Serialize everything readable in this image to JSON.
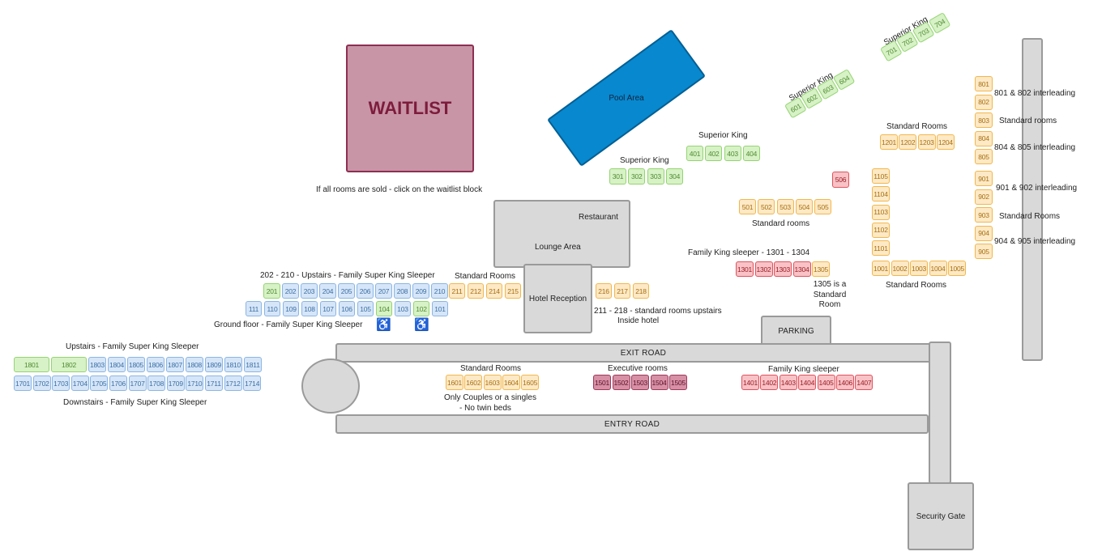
{
  "waitlist": {
    "label": "WAITLIST",
    "caption": "If all rooms are sold - click on the waitlist block"
  },
  "facilities": {
    "pool": "Pool Area",
    "restaurant": "Restaurant",
    "lounge": "Lounge Area",
    "reception": "Hotel Reception",
    "parking": "PARKING",
    "exit_road": "EXIT ROAD",
    "entry_road": "ENTRY ROAD",
    "security_gate": "Security Gate"
  },
  "labels": {
    "upstairs_202_210": "202 - 210 - Upstairs - Family Super King Sleeper",
    "standard_211_215": "Standard Rooms",
    "upstairs_211_218": "211 - 218 - standard rooms upstairs",
    "inside_hotel": "Inside hotel",
    "ground_floor": "Ground floor - Family Super King Sleeper",
    "upstairs_1800": "Upstairs - Family Super King Sleeper",
    "downstairs_1700": "Downstairs - Family Super King Sleeper",
    "standard_1600": "Standard Rooms",
    "couples_1": "Only Couples or a singles",
    "couples_2": "- No twin beds",
    "executive": "Executive rooms",
    "family_king_1400": "Family King sleeper",
    "superior_300": "Superior King",
    "superior_400": "Superior King",
    "superior_600": "Superior King",
    "superior_700": "Superior King",
    "standard_500": "Standard rooms",
    "family_king_1300": "Family King sleeper - 1301 - 1304",
    "note_1305_a": "1305 is a",
    "note_1305_b": "Standard",
    "note_1305_c": "Room",
    "standard_1200": "Standard Rooms",
    "standard_1000": "Standard Rooms",
    "note_801_802": "801 & 802 interleading",
    "note_803": "Standard rooms",
    "note_804_805": "804 & 805 interleading",
    "note_901_902": "901 & 902 interleading",
    "note_903": "Standard Rooms",
    "note_904_905": "904 & 905 interleading"
  },
  "room_types": {
    "std": "Standard",
    "sup": "Superior King",
    "fam": "Family Super King Sleeper",
    "fk": "Family King sleeper",
    "exe": "Executive"
  },
  "colors": {
    "standard_fill": "#fde9c6",
    "superior_fill": "#d7f2c6",
    "family_fill": "#d6e6f8",
    "family_king_fill": "#f8c2c6",
    "executive_fill": "#d790a6",
    "waitlist_fill": "#c895a7",
    "pool_fill": "#0788cf",
    "building_fill": "#d9d9d9"
  },
  "rooms": {
    "row_201_210": [
      {
        "n": "201",
        "t": "sup"
      },
      {
        "n": "202",
        "t": "fam"
      },
      {
        "n": "203",
        "t": "fam"
      },
      {
        "n": "204",
        "t": "fam"
      },
      {
        "n": "205",
        "t": "fam"
      },
      {
        "n": "206",
        "t": "fam"
      },
      {
        "n": "207",
        "t": "fam"
      },
      {
        "n": "208",
        "t": "fam"
      },
      {
        "n": "209",
        "t": "fam"
      },
      {
        "n": "210",
        "t": "fam"
      }
    ],
    "row_211_215": [
      {
        "n": "211",
        "t": "std"
      },
      {
        "n": "212",
        "t": "std"
      },
      {
        "n": "214",
        "t": "std"
      },
      {
        "n": "215",
        "t": "std"
      }
    ],
    "row_216_218": [
      {
        "n": "216",
        "t": "std"
      },
      {
        "n": "217",
        "t": "std"
      },
      {
        "n": "218",
        "t": "std"
      }
    ],
    "row_111_101": [
      {
        "n": "111",
        "t": "fam"
      },
      {
        "n": "110",
        "t": "fam"
      },
      {
        "n": "109",
        "t": "fam"
      },
      {
        "n": "108",
        "t": "fam"
      },
      {
        "n": "107",
        "t": "fam"
      },
      {
        "n": "106",
        "t": "fam"
      },
      {
        "n": "105",
        "t": "fam"
      },
      {
        "n": "104",
        "t": "sup"
      },
      {
        "n": "103",
        "t": "fam"
      },
      {
        "n": "102",
        "t": "sup"
      },
      {
        "n": "101",
        "t": "fam"
      }
    ],
    "row_1801_1811": [
      {
        "n": "1801",
        "t": "sup"
      },
      {
        "n": "1802",
        "t": "sup"
      },
      {
        "n": "1803",
        "t": "fam"
      },
      {
        "n": "1804",
        "t": "fam"
      },
      {
        "n": "1805",
        "t": "fam"
      },
      {
        "n": "1806",
        "t": "fam"
      },
      {
        "n": "1807",
        "t": "fam"
      },
      {
        "n": "1808",
        "t": "fam"
      },
      {
        "n": "1809",
        "t": "fam"
      },
      {
        "n": "1810",
        "t": "fam"
      },
      {
        "n": "1811",
        "t": "fam"
      }
    ],
    "row_1701_1714": [
      {
        "n": "1701",
        "t": "fam"
      },
      {
        "n": "1702",
        "t": "fam"
      },
      {
        "n": "1703",
        "t": "fam"
      },
      {
        "n": "1704",
        "t": "fam"
      },
      {
        "n": "1705",
        "t": "fam"
      },
      {
        "n": "1706",
        "t": "fam"
      },
      {
        "n": "1707",
        "t": "fam"
      },
      {
        "n": "1708",
        "t": "fam"
      },
      {
        "n": "1709",
        "t": "fam"
      },
      {
        "n": "1710",
        "t": "fam"
      },
      {
        "n": "1711",
        "t": "fam"
      },
      {
        "n": "1712",
        "t": "fam"
      },
      {
        "n": "1714",
        "t": "fam"
      }
    ],
    "row_1601_1605": [
      {
        "n": "1601",
        "t": "std"
      },
      {
        "n": "1602",
        "t": "std"
      },
      {
        "n": "1603",
        "t": "std"
      },
      {
        "n": "1604",
        "t": "std"
      },
      {
        "n": "1605",
        "t": "std"
      }
    ],
    "row_1501_1505": [
      {
        "n": "1501",
        "t": "exe"
      },
      {
        "n": "1502",
        "t": "exe"
      },
      {
        "n": "1503",
        "t": "exe"
      },
      {
        "n": "1504",
        "t": "exe"
      },
      {
        "n": "1505",
        "t": "exe"
      }
    ],
    "row_1401_1407": [
      {
        "n": "1401",
        "t": "fk"
      },
      {
        "n": "1402",
        "t": "fk"
      },
      {
        "n": "1403",
        "t": "fk"
      },
      {
        "n": "1404",
        "t": "fk"
      },
      {
        "n": "1405",
        "t": "fk"
      },
      {
        "n": "1406",
        "t": "fk"
      },
      {
        "n": "1407",
        "t": "fk"
      }
    ],
    "row_301_304": [
      {
        "n": "301",
        "t": "sup"
      },
      {
        "n": "302",
        "t": "sup"
      },
      {
        "n": "303",
        "t": "sup"
      },
      {
        "n": "304",
        "t": "sup"
      }
    ],
    "row_401_404": [
      {
        "n": "401",
        "t": "sup"
      },
      {
        "n": "402",
        "t": "sup"
      },
      {
        "n": "403",
        "t": "sup"
      },
      {
        "n": "404",
        "t": "sup"
      }
    ],
    "row_501_505": [
      {
        "n": "501",
        "t": "std"
      },
      {
        "n": "502",
        "t": "std"
      },
      {
        "n": "503",
        "t": "std"
      },
      {
        "n": "504",
        "t": "std"
      },
      {
        "n": "505",
        "t": "std"
      }
    ],
    "room_506": [
      {
        "n": "506",
        "t": "fk"
      }
    ],
    "row_601_604": [
      {
        "n": "601",
        "t": "sup"
      },
      {
        "n": "602",
        "t": "sup"
      },
      {
        "n": "603",
        "t": "sup"
      },
      {
        "n": "604",
        "t": "sup"
      }
    ],
    "row_701_704": [
      {
        "n": "701",
        "t": "sup"
      },
      {
        "n": "702",
        "t": "sup"
      },
      {
        "n": "703",
        "t": "sup"
      },
      {
        "n": "704",
        "t": "sup"
      }
    ],
    "row_1301_1305": [
      {
        "n": "1301",
        "t": "fk"
      },
      {
        "n": "1302",
        "t": "fk"
      },
      {
        "n": "1303",
        "t": "fk"
      },
      {
        "n": "1304",
        "t": "fk"
      },
      {
        "n": "1305",
        "t": "std"
      }
    ],
    "row_1201_1204": [
      {
        "n": "1201",
        "t": "std"
      },
      {
        "n": "1202",
        "t": "std"
      },
      {
        "n": "1203",
        "t": "std"
      },
      {
        "n": "1204",
        "t": "std"
      }
    ],
    "col_1105_1101": [
      {
        "n": "1105",
        "t": "std"
      },
      {
        "n": "1104",
        "t": "std"
      },
      {
        "n": "1103",
        "t": "std"
      },
      {
        "n": "1102",
        "t": "std"
      },
      {
        "n": "1101",
        "t": "std"
      }
    ],
    "row_1001_1005": [
      {
        "n": "1001",
        "t": "std"
      },
      {
        "n": "1002",
        "t": "std"
      },
      {
        "n": "1003",
        "t": "std"
      },
      {
        "n": "1004",
        "t": "std"
      },
      {
        "n": "1005",
        "t": "std"
      }
    ],
    "col_801_805": [
      {
        "n": "801",
        "t": "std"
      },
      {
        "n": "802",
        "t": "std"
      },
      {
        "n": "803",
        "t": "std"
      },
      {
        "n": "804",
        "t": "std"
      },
      {
        "n": "805",
        "t": "std"
      }
    ],
    "col_901_905": [
      {
        "n": "901",
        "t": "std"
      },
      {
        "n": "902",
        "t": "std"
      },
      {
        "n": "903",
        "t": "std"
      },
      {
        "n": "904",
        "t": "std"
      },
      {
        "n": "905",
        "t": "std"
      }
    ]
  }
}
